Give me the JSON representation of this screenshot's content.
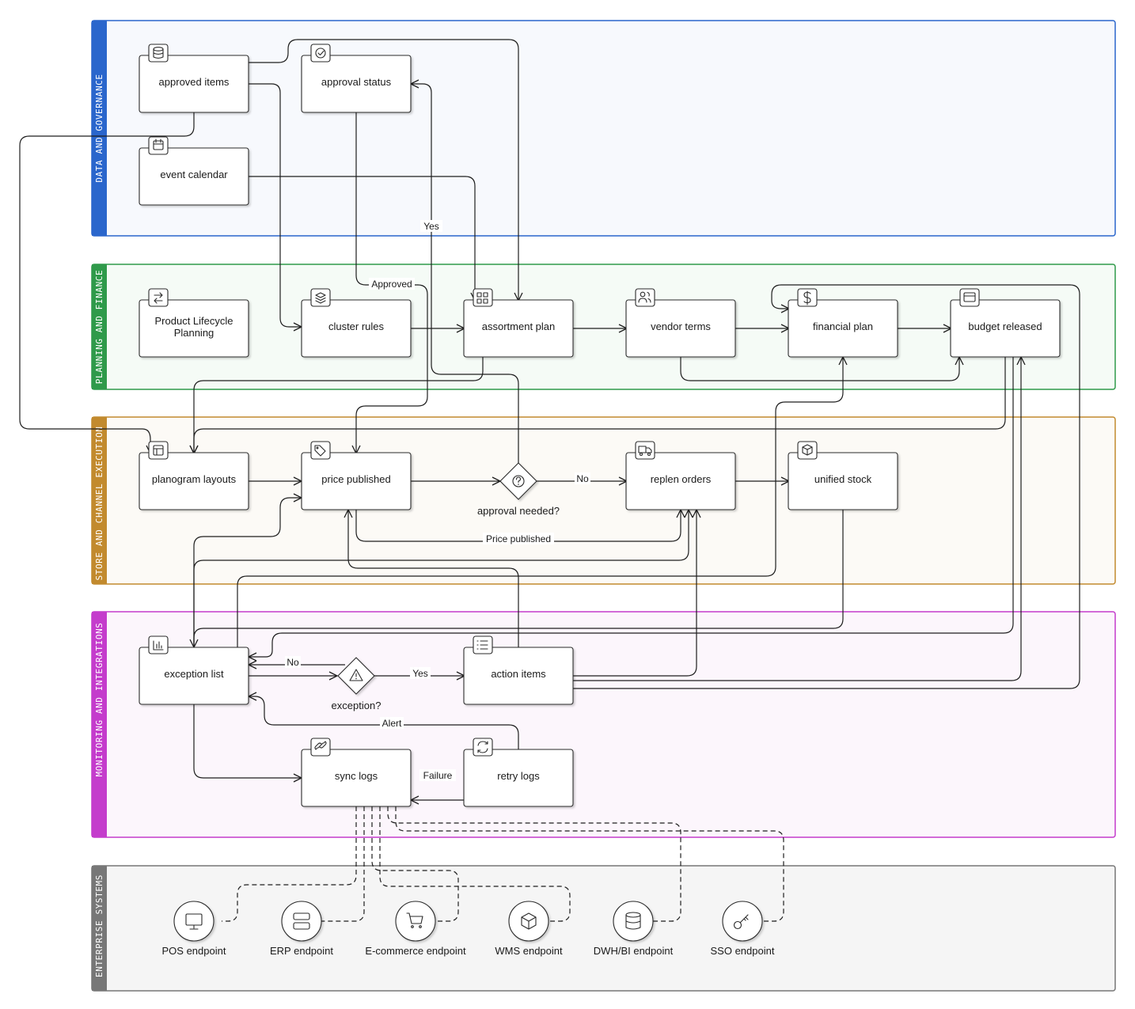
{
  "lanes": [
    {
      "id": "data",
      "title": "DATA AND GOVERNANCE",
      "color": "#2a66cc",
      "fill": "#f7f9fd"
    },
    {
      "id": "plan",
      "title": "PLANNING AND FINANCE",
      "color": "#2f9a4a",
      "fill": "#f5fbf6"
    },
    {
      "id": "store",
      "title": "STORE AND CHANNEL EXECUTION",
      "color": "#c28a2e",
      "fill": "#fcfaf6"
    },
    {
      "id": "mon",
      "title": "MONITORING AND INTEGRATIONS",
      "color": "#c43ccc",
      "fill": "#fcf6fc"
    },
    {
      "id": "ent",
      "title": "ENTERPRISE SYSTEMS",
      "color": "#777777",
      "fill": "#f5f5f5"
    }
  ],
  "nodes": {
    "approved_items": {
      "label": "approved items",
      "icon": "database-icon"
    },
    "approval_status": {
      "label": "approval status",
      "icon": "check-badge-icon"
    },
    "event_calendar": {
      "label": "event calendar",
      "icon": "calendar-icon"
    },
    "plm": {
      "label1": "Product Lifecycle",
      "label2": "Planning",
      "icon": "cycle-icon"
    },
    "cluster_rules": {
      "label": "cluster rules",
      "icon": "layers-icon"
    },
    "assortment_plan": {
      "label": "assortment plan",
      "icon": "grid-icon"
    },
    "vendor_terms": {
      "label": "vendor terms",
      "icon": "users-icon"
    },
    "financial_plan": {
      "label": "financial plan",
      "icon": "dollar-icon"
    },
    "budget_released": {
      "label": "budget released",
      "icon": "card-icon"
    },
    "planogram_layouts": {
      "label": "planogram layouts",
      "icon": "layout-icon"
    },
    "price_published": {
      "label": "price published",
      "icon": "tag-icon"
    },
    "replen_orders": {
      "label": "replen orders",
      "icon": "truck-icon"
    },
    "unified_stock": {
      "label": "unified stock",
      "icon": "box-icon"
    },
    "exception_list": {
      "label": "exception list",
      "icon": "bar-chart-icon"
    },
    "action_items": {
      "label": "action items",
      "icon": "list-icon"
    },
    "sync_logs": {
      "label": "sync logs",
      "icon": "link-icon"
    },
    "retry_logs": {
      "label": "retry logs",
      "icon": "refresh-icon"
    }
  },
  "gateways": {
    "approval_needed": {
      "label": "approval needed?",
      "icon": "question-icon"
    },
    "exception": {
      "label": "exception?",
      "icon": "warning-icon"
    }
  },
  "endpoints": [
    {
      "label": "POS endpoint",
      "icon": "monitor-icon"
    },
    {
      "label": "ERP endpoint",
      "icon": "server-icon"
    },
    {
      "label": "E-commerce endpoint",
      "icon": "cart-icon"
    },
    {
      "label": "WMS endpoint",
      "icon": "cube-icon"
    },
    {
      "label": "DWH/BI endpoint",
      "icon": "database-icon"
    },
    {
      "label": "SSO endpoint",
      "icon": "key-icon"
    }
  ],
  "edge_labels": {
    "yes_top": "Yes",
    "approved": "Approved",
    "no_replen": "No",
    "price_published": "Price published",
    "no_exception": "No",
    "yes_action": "Yes",
    "alert": "Alert",
    "failure": "Failure"
  }
}
